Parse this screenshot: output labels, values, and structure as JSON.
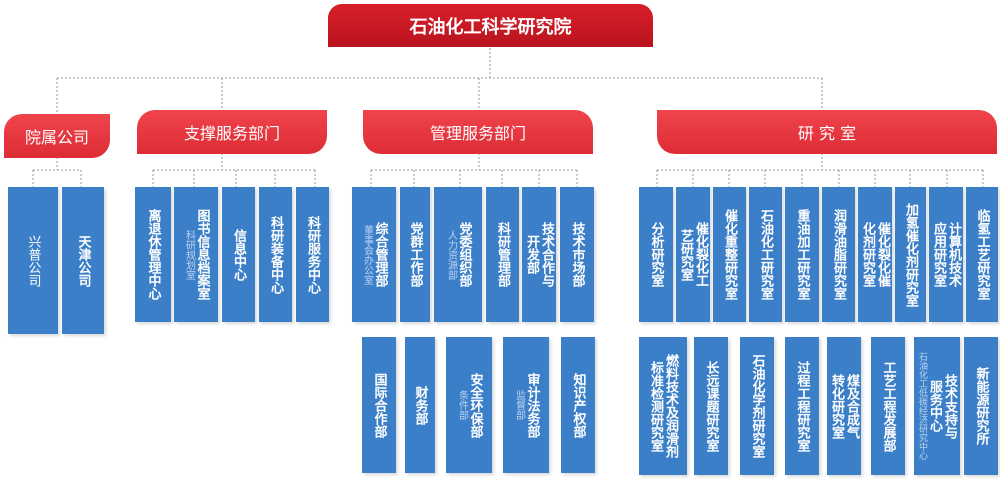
{
  "institute": {
    "title": "石油化工科学研究院"
  },
  "categories": {
    "affiliated": "院属公司",
    "support": "支撑服务部门",
    "management": "管理服务部门",
    "research": "研 究 室"
  },
  "units": {
    "xingpu": "兴普公司",
    "tianjin": "天津公司",
    "retiree": "离退休管理中心",
    "library": "图书信息档案室",
    "library_sub": "科研规划室",
    "info_center": "信息中心",
    "equipment": "科研装备中心",
    "service_center": "科研服务中心",
    "general_mgmt": "综合管理部",
    "general_mgmt_sub": "董事会办公室",
    "party_work": "党群工作部",
    "party_committee": "党委组织部",
    "party_committee_sub": "人力资源部",
    "research_mgmt": "科研管理部",
    "tech_coop_a": "技术合作与",
    "tech_coop_b": "开发部",
    "tech_market": "技术市场部",
    "intl_coop": "国际合作部",
    "finance": "财务部",
    "safety": "安全环保部",
    "safety_sub": "条件部",
    "audit": "审计法务部",
    "audit_sub": "监督部",
    "ip": "知识产权部",
    "analysis": "分析研究室",
    "fcc_a": "催化裂化工",
    "fcc_b": "艺研究室",
    "reforming": "催化重整研究室",
    "petrochem": "石油化工研究室",
    "heavy_oil": "重油加工研究室",
    "lubricants": "润滑油脂研究室",
    "fcc_catalyst_a": "催化裂化催",
    "fcc_catalyst_b": "化剂研究室",
    "hydro_catalyst": "加氢催化剂研究室",
    "computing_a": "计算机技术",
    "computing_b": "应用研究室",
    "hydrogenation": "临氢工艺研究室",
    "fuel_std_a": "燃料技术及润滑剂",
    "fuel_std_b": "标准检测研究室",
    "long_term": "长远课题研究室",
    "petro_agents": "石油化学剂研究室",
    "process_eng": "过程工程研究室",
    "coal_gas_a": "煤及合成气",
    "coal_gas_b": "转化研究室",
    "process_dev": "工艺工程发展部",
    "tech_support_a": "技术支持与",
    "tech_support_b": "服务中心",
    "tech_support_sub": "石油化工低碳经济研究中心",
    "new_energy": "新能源研究所"
  },
  "colors": {
    "title_red": "#c8141f",
    "category_red": "#ea3b43",
    "unit_blue": "#3c7fc9",
    "connector_gray": "#9a9a9a"
  }
}
